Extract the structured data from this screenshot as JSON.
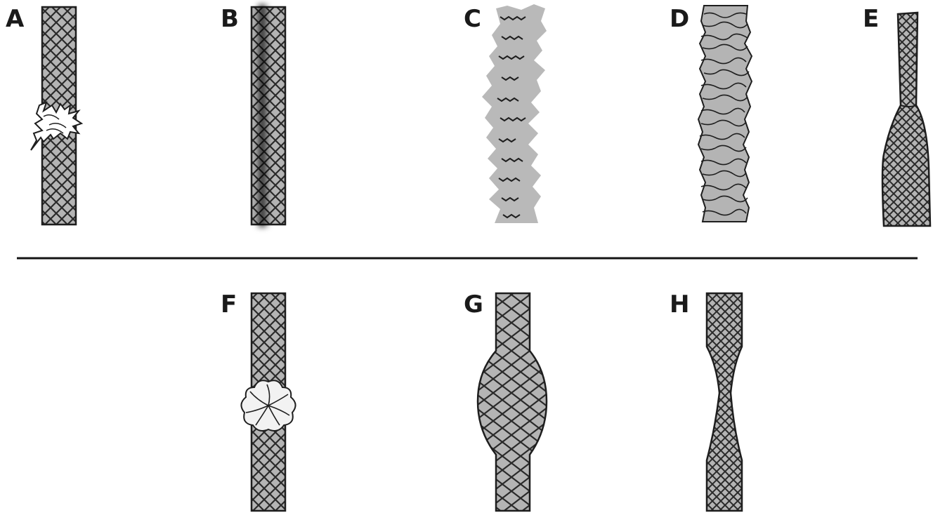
{
  "panels": [
    {
      "id": "A",
      "label": "A"
    },
    {
      "id": "B",
      "label": "B"
    },
    {
      "id": "C",
      "label": "C"
    },
    {
      "id": "D",
      "label": "D"
    },
    {
      "id": "E",
      "label": "E"
    },
    {
      "id": "F",
      "label": "F"
    },
    {
      "id": "G",
      "label": "G"
    },
    {
      "id": "H",
      "label": "H"
    }
  ],
  "colors": {
    "rope_fill": "#b4b4b4",
    "weave_line": "#2a2a2a",
    "outline": "#1e1e1e",
    "fuzz": "#b9b9b9",
    "divider": "#141414",
    "background": "#ffffff"
  }
}
